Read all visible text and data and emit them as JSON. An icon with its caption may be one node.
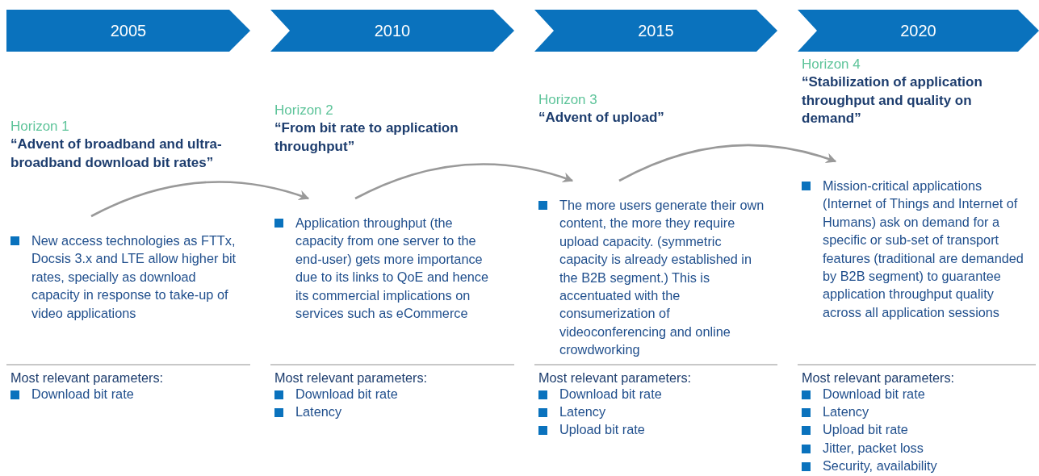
{
  "diagram": {
    "nodes": [
      {
        "text": [
          "2005"
        ]
      },
      {
        "text": [
          "2010"
        ]
      },
      {
        "text": [
          "2015"
        ]
      },
      {
        "text": [
          "2020"
        ]
      },
      {
        "text": [
          "New access technologies  as FTTx, Docsis 3.x and LTE allow higher bit rates, specially as download capacity in response to take-up of video applications"
        ]
      },
      {
        "text": [
          "Application throughput (the capacity from one server to the end-user) gets more importance due to its links to QoE and hence its commercial implications on services such as eCommerce"
        ]
      },
      {
        "text": [
          "The more users generate their own content, the more they require upload capacity. (symmetric capacity is already established in the B2B segment.) This is accentuated with the consumerization of videoconferencing and  online crowdworking"
        ]
      },
      {
        "text": [
          "Mission-critical applications (Internet of Things and Internet of Humans) ask on demand for a specific or sub-set of transport features (traditional are demanded by B2B segment) to guarantee application throughput quality across all application sessions"
        ]
      }
    ],
    "edges": [
      {
        "from": 4,
        "to": 5,
        "arrow": "to"
      },
      {
        "from": 5,
        "to": 6,
        "arrow": "to"
      },
      {
        "from": 6,
        "to": 7,
        "arrow": "to"
      }
    ],
    "labels": [
      "Horizon 1",
      "“Advent of broadband and ultra-broadband download bit rates”",
      "Most relevant parameters:",
      "Download bit rate",
      "Horizon 2",
      "“From bit rate to application throughput”",
      "Most relevant parameters:",
      "Download bit rate",
      "Latency",
      "Horizon 3",
      "“Advent of upload”",
      "Most relevant parameters:",
      "Download bit rate",
      "Latency",
      "Upload bit rate",
      "Horizon 4",
      "“Stabilization of application throughput and quality on demand”",
      "Most relevant parameters:",
      "Download bit rate",
      "Latency",
      "Upload bit rate",
      "Jitter, packet loss",
      "Security, availability"
    ]
  }
}
